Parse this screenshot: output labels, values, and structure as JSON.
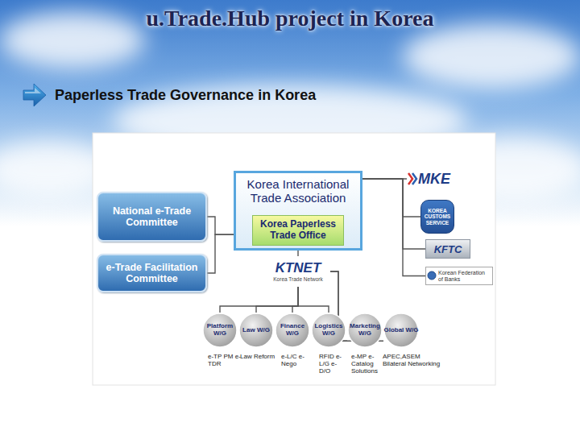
{
  "diagram": {
    "title": "u.Trade.Hub project in Korea",
    "nodes": [
      {
        "text": [
          "National e-Trade Committee"
        ]
      },
      {
        "text": [
          "e-Trade Facilitation Committee"
        ]
      },
      {
        "text": [
          "Korea International Trade Association"
        ]
      },
      {
        "text": [
          "Korea Paperless Trade Office"
        ],
        "in": 2
      },
      {
        "text": [
          "MKE"
        ]
      },
      {
        "text": [
          "KOREA CUSTOMS SERVICE"
        ]
      },
      {
        "text": [
          "KFTC"
        ]
      },
      {
        "text": [
          "Korean Federation of Banks"
        ]
      },
      {
        "text": [
          "KTNET",
          "Korea Trade Network"
        ]
      },
      {
        "text": [
          "Platform W/G"
        ]
      },
      {
        "text": [
          "Law W/G"
        ]
      },
      {
        "text": [
          "Finance W/G"
        ]
      },
      {
        "text": [
          "Logistics W/G"
        ]
      },
      {
        "text": [
          "Marketing W/G"
        ]
      },
      {
        "text": [
          "Global W/G"
        ]
      }
    ],
    "edges": [
      {
        "from": 0,
        "to": 2,
        "arrow": "none"
      },
      {
        "from": 1,
        "to": 2,
        "arrow": "none"
      },
      {
        "from": 2,
        "to": 4,
        "arrow": "none"
      },
      {
        "from": 2,
        "to": 5,
        "arrow": "none"
      },
      {
        "from": 2,
        "to": 6,
        "arrow": "none"
      },
      {
        "from": 2,
        "to": 7,
        "arrow": "none"
      },
      {
        "from": 2,
        "to": 8,
        "arrow": "none"
      },
      {
        "from": 8,
        "to": 9,
        "arrow": "none"
      },
      {
        "from": 8,
        "to": 10,
        "arrow": "none"
      },
      {
        "from": 8,
        "to": 11,
        "arrow": "none"
      },
      {
        "from": 8,
        "to": 12,
        "arrow": "none"
      },
      {
        "from": 8,
        "to": 13,
        "arrow": "none"
      },
      {
        "from": 8,
        "to": 14,
        "arrow": "none"
      }
    ],
    "labels": [
      "Paperless Trade Governance in Korea",
      "e-TP PM e-TDR",
      "Law Reform",
      "e-L/C e-Nego",
      "RFID e-L/G e-D/O",
      "e-MP e-Catalog Solutions",
      "APEC,ASEM Bilateral Networking"
    ]
  }
}
